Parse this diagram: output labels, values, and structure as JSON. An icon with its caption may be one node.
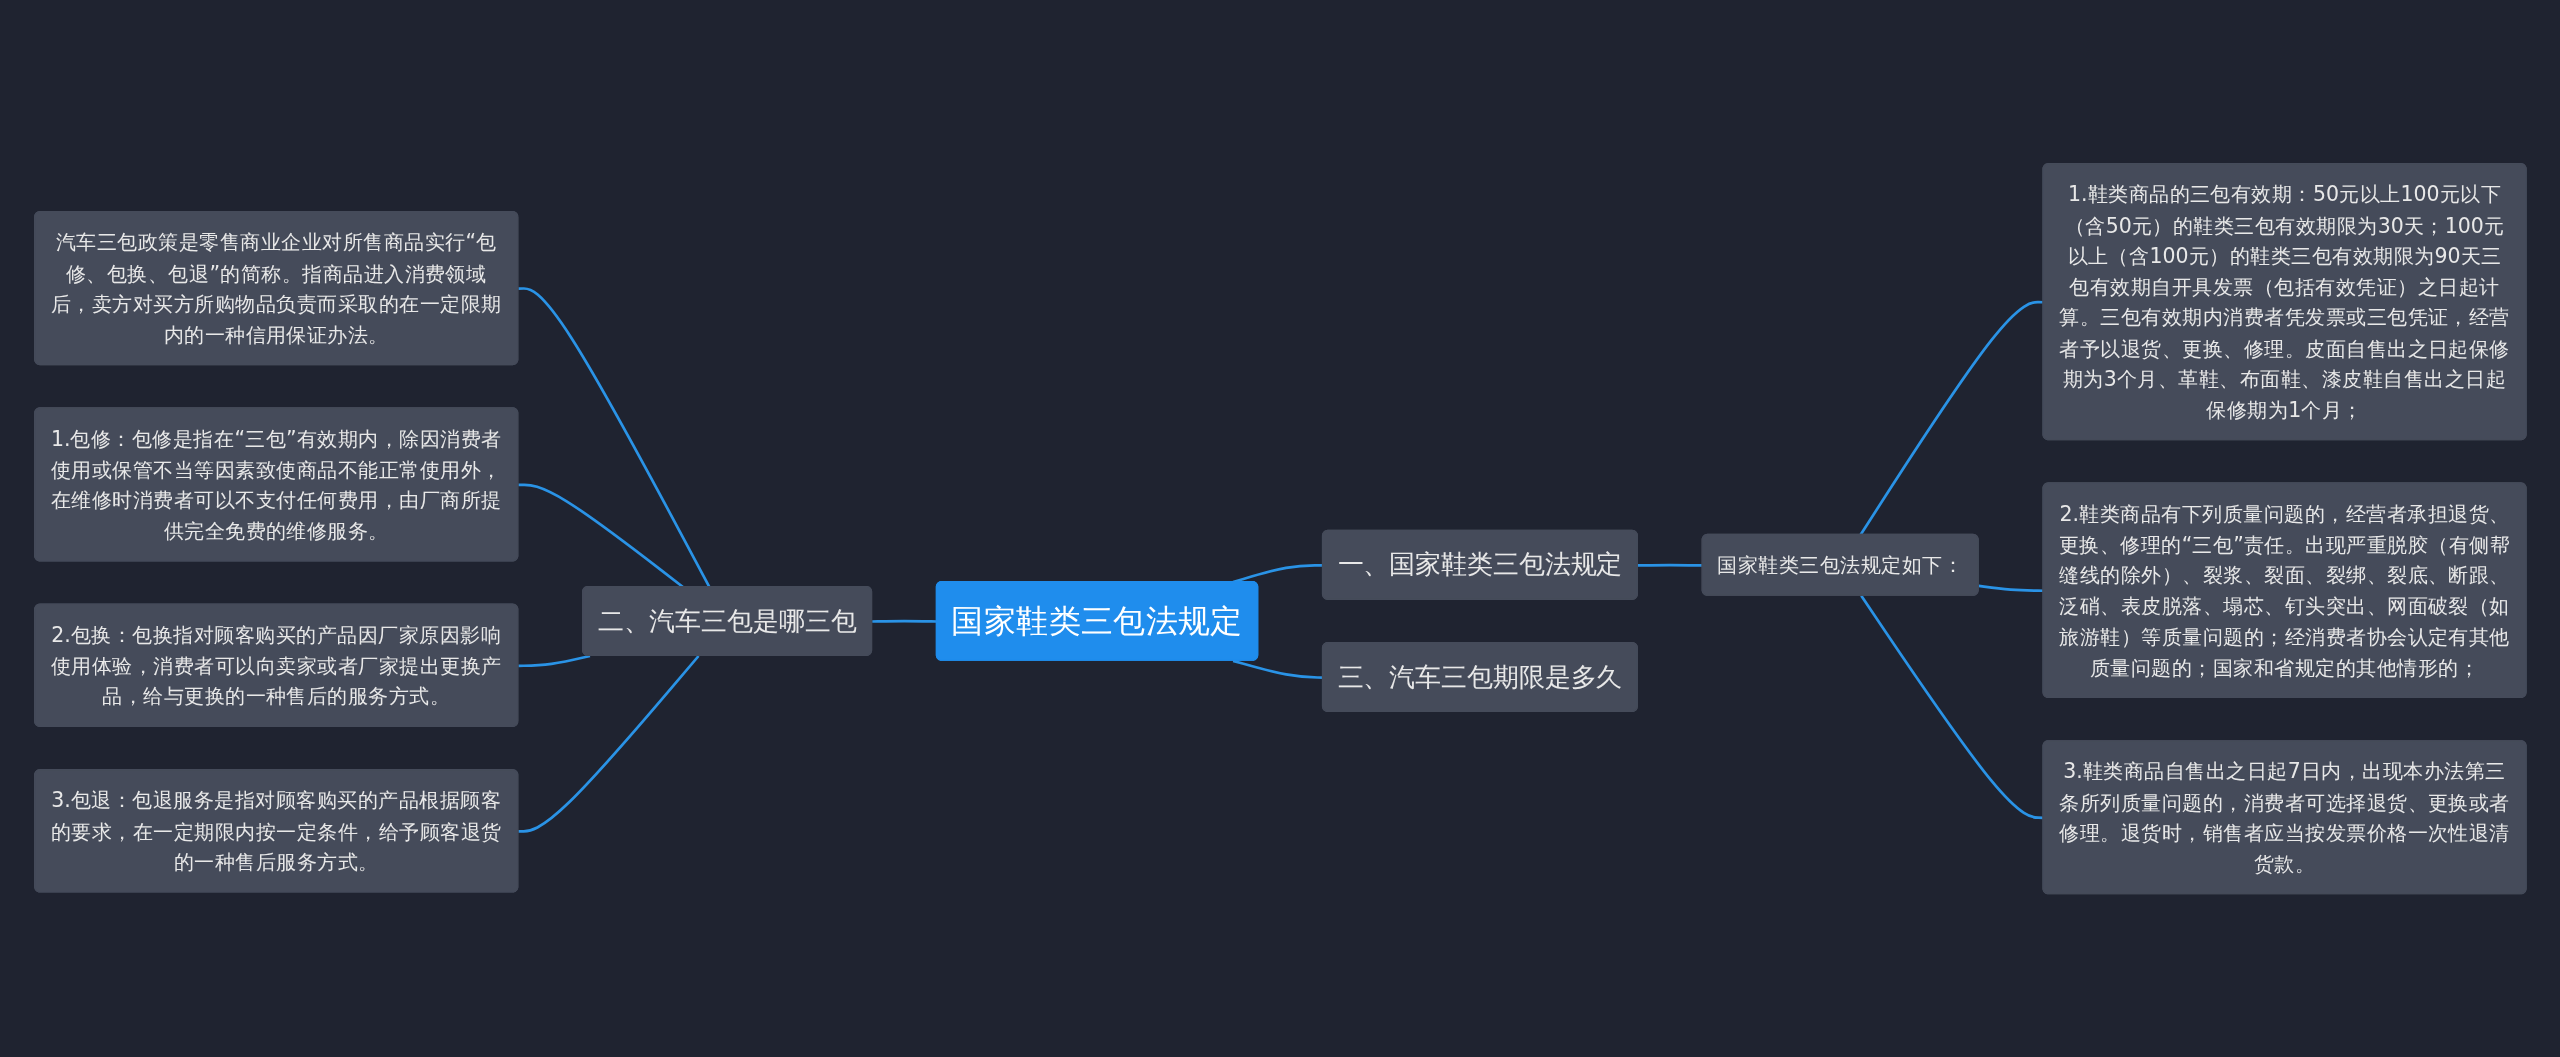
{
  "diagram": {
    "nodes": [
      {
        "text": [
          "国家鞋类三包法规定"
        ]
      },
      {
        "text": [
          "一、国家鞋类三包法规定"
        ]
      },
      {
        "text": [
          "国家鞋类三包法规定如下："
        ]
      },
      {
        "text": [
          "1.鞋类商品的三包有效期：50元以上100元以下（含50元）的鞋类三包有效期限为30天；100元以上（含100元）的鞋类三包有效期限为90天三包有效期自开具发票（包括有效凭证）之日起计算。三包有效期内消费者凭发票或三包凭证，经营者予以退货、更换、修理。皮面自售出之日起保修期为3个月、革鞋、布面鞋、漆皮鞋自售出之日起保修期为1个月；"
        ]
      },
      {
        "text": [
          "2.鞋类商品有下列质量问题的，经营者承担退货、更换、修理的“三包”责任。出现严重脱胶（有侧帮缝线的除外）、裂浆、裂面、裂绑、裂底、断跟、泛硝、表皮脱落、塌芯、钉头突出、网面破裂（如旅游鞋）等质量问题的；经消费者协会认定有其他质量问题的；国家和省规定的其他情形的；"
        ]
      },
      {
        "text": [
          "3.鞋类商品自售出之日起7日内，出现本办法第三条所列质量问题的，消费者可选择退货、更换或者修理。退货时，销售者应当按发票价格一次性退清货款。"
        ]
      },
      {
        "text": [
          "三、汽车三包期限是多久"
        ]
      },
      {
        "text": [
          "二、汽车三包是哪三包"
        ]
      },
      {
        "text": [
          "汽车三包政策是零售商业企业对所售商品实行“包修、包换、包退”的简称。指商品进入消费领域后，卖方对买方所购物品负责而采取的在一定限期内的一种信用保证办法。"
        ]
      },
      {
        "text": [
          "1.包修：包修是指在“三包”有效期内，除因消费者使用或保管不当等因素致使商品不能正常使用外，在维修时消费者可以不支付任何费用，由厂商所提供完全免费的维修服务。"
        ]
      },
      {
        "text": [
          "2.包换：包换指对顾客购买的产品因厂家原因影响使用体验，消费者可以向卖家或者厂家提出更换产品，给与更换的一种售后的服务方式。"
        ]
      },
      {
        "text": [
          "3.包退：包退服务是指对顾客购买的产品根据顾客的要求，在一定期限内按一定条件，给予顾客退货的一种售后服务方式。"
        ]
      }
    ],
    "edges": [
      {
        "from": 0,
        "to": 1,
        "arrow": "none"
      },
      {
        "from": 1,
        "to": 2,
        "arrow": "none"
      },
      {
        "from": 2,
        "to": 3,
        "arrow": "none"
      },
      {
        "from": 2,
        "to": 4,
        "arrow": "none"
      },
      {
        "from": 2,
        "to": 5,
        "arrow": "none"
      },
      {
        "from": 0,
        "to": 6,
        "arrow": "none"
      },
      {
        "from": 0,
        "to": 7,
        "arrow": "none"
      },
      {
        "from": 7,
        "to": 8,
        "arrow": "none"
      },
      {
        "from": 7,
        "to": 9,
        "arrow": "none"
      },
      {
        "from": 7,
        "to": 10,
        "arrow": "none"
      },
      {
        "from": 7,
        "to": 11,
        "arrow": "none"
      }
    ]
  }
}
